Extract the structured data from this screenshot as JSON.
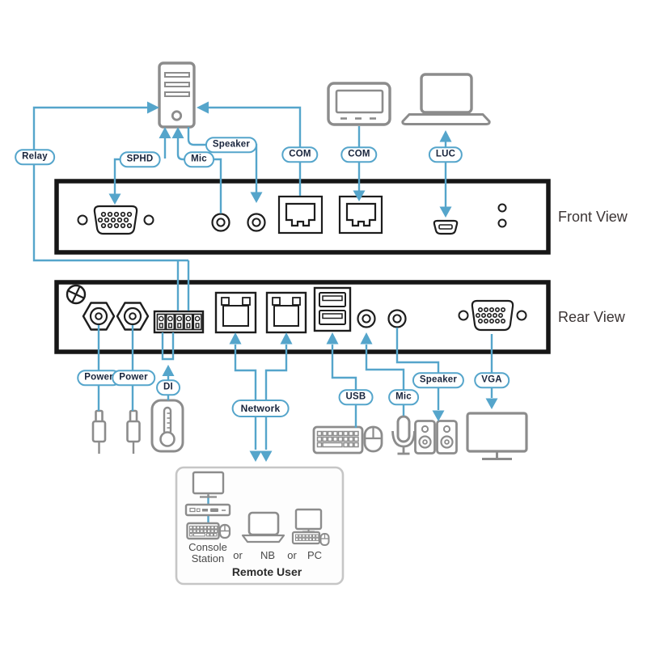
{
  "titles": {
    "front_view": "Front View",
    "rear_view": "Rear View"
  },
  "labels": {
    "relay": "Relay",
    "sphd": "SPHD",
    "mic_front": "Mic",
    "speaker_front": "Speaker",
    "com1": "COM",
    "com2": "COM",
    "luc": "LUC",
    "power1": "Power",
    "power2": "Power",
    "di": "DI",
    "network": "Network",
    "usb": "USB",
    "mic_rear": "Mic",
    "speaker_rear": "Speaker",
    "vga": "VGA"
  },
  "remote_user": {
    "console_line1": "Console",
    "console_line2": "Station",
    "or1": "or",
    "nb": "NB",
    "or2": "or",
    "pc": "PC",
    "title": "Remote User"
  },
  "icons": [
    "tower-pc-icon",
    "touch-panel-icon",
    "laptop-icon",
    "power-plug-icon",
    "thermometer-icon",
    "keyboard-icon",
    "mouse-icon",
    "microphone-icon",
    "speaker-box-icon",
    "monitor-icon",
    "console-station-icon",
    "nb-laptop-icon",
    "pc-icon",
    "vga-port",
    "rj45-port",
    "audio-jack",
    "mini-usb-port",
    "usb-ports",
    "terminal-block",
    "power-jack",
    "ground-screw",
    "led-indicator"
  ],
  "colors": {
    "line_blue": "#55a5cb",
    "label_text": "#18243c",
    "panel_border": "#161616",
    "port_outline": "#1d1d1d",
    "icon_gray": "#8c8c8c",
    "remote_box_border": "#c6c6c6",
    "title_text": "#3b3434"
  }
}
